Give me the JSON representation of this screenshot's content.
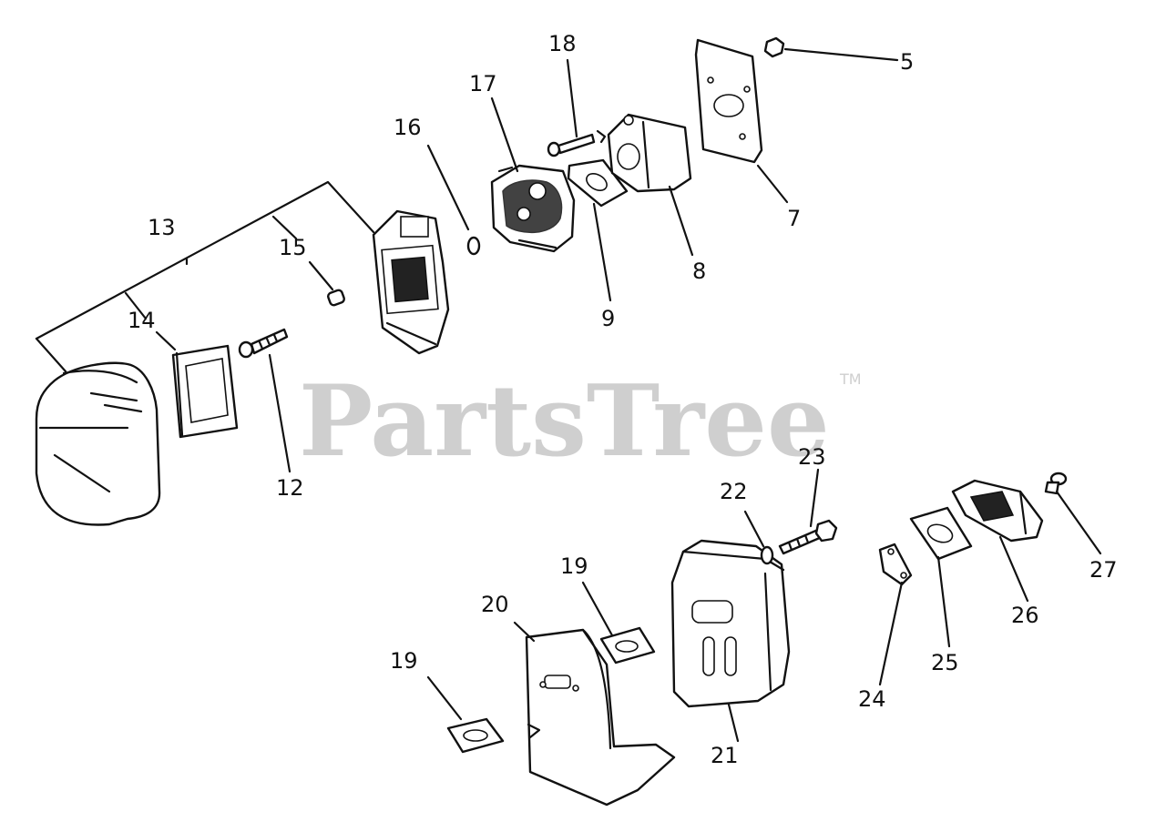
{
  "watermark": {
    "text": "PartsTree",
    "trademark": "TM"
  },
  "labels": {
    "p5": "5",
    "p7": "7",
    "p8": "8",
    "p9": "9",
    "p12": "12",
    "p13": "13",
    "p14": "14",
    "p15": "15",
    "p16": "16",
    "p17": "17",
    "p18": "18",
    "p19a": "19",
    "p19b": "19",
    "p20": "20",
    "p21": "21",
    "p22": "22",
    "p23": "23",
    "p24": "24",
    "p25": "25",
    "p26": "26",
    "p27": "27"
  }
}
